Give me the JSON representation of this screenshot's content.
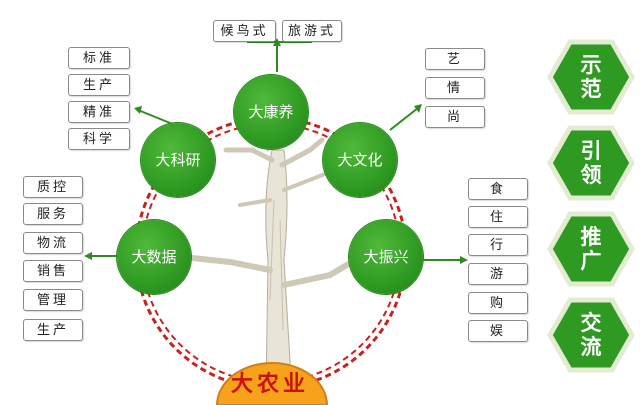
{
  "center": {
    "base": "大农业",
    "hubs": {
      "top": "大康养",
      "left_upper": "大科研",
      "right_upper": "大文化",
      "left_lower": "大数据",
      "right_lower": "大振兴"
    }
  },
  "top_tags": [
    "候鸟式",
    "旅游式"
  ],
  "left_upper_tags": [
    "标准",
    "生产",
    "精准",
    "科学"
  ],
  "right_upper_tags": [
    "艺",
    "情",
    "尚"
  ],
  "left_lower_tags": [
    "质控",
    "服务",
    "物流",
    "销售",
    "管理",
    "生产"
  ],
  "right_lower_tags": [
    "食",
    "住",
    "行",
    "游",
    "购",
    "娱"
  ],
  "side_badges": [
    {
      "line1": "示",
      "line2": "范"
    },
    {
      "line1": "引",
      "line2": "领"
    },
    {
      "line1": "推",
      "line2": "广"
    },
    {
      "line1": "交",
      "line2": "流"
    }
  ],
  "colors": {
    "hub_green": "#2f9a22",
    "ring_red": "#c8201c",
    "base_orange": "#f6a21a",
    "badge_green": "#2f9a22",
    "badge_border": "#e3ecd2"
  }
}
